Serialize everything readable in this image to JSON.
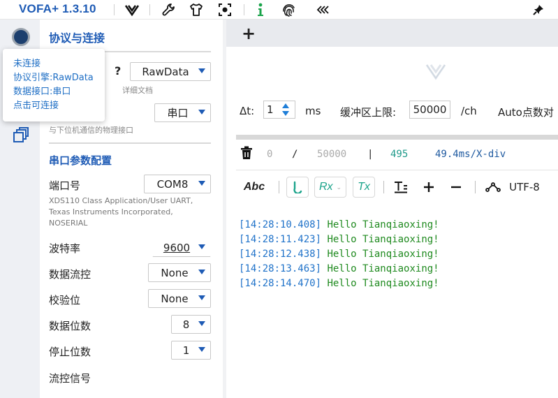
{
  "app": {
    "title": "VOFA+ 1.3.10"
  },
  "tooltip": {
    "lines": [
      "未连接",
      "协议引擎:RawData",
      "数据接口:串口",
      "点击可连接"
    ]
  },
  "panel": {
    "title": "协议与连接",
    "protocol": {
      "help": "?",
      "value": "RawData",
      "hint": "详细文档"
    },
    "interface": {
      "value": "串口",
      "hint": "与下位机通信的物理接口"
    },
    "serial_section_title": "串口参数配置",
    "port": {
      "label": "端口号",
      "value": "COM8",
      "hint_lines": [
        "XDS110 Class Application/User UART,",
        "Texas Instruments Incorporated,",
        "NOSERIAL"
      ]
    },
    "baud": {
      "label": "波特率",
      "value": "9600"
    },
    "flow_control": {
      "label": "数据流控",
      "value": "None"
    },
    "parity": {
      "label": "校验位",
      "value": "None"
    },
    "data_bits": {
      "label": "数据位数",
      "value": "8"
    },
    "stop_bits": {
      "label": "停止位数",
      "value": "1"
    },
    "flow_signal": {
      "label": "流控信号"
    }
  },
  "tabs": {
    "add": "+"
  },
  "controls": {
    "dt_label": "Δt:",
    "dt_value": "1",
    "dt_unit": "ms",
    "buffer_label": "缓冲区上限:",
    "buffer_value": "50000",
    "buffer_unit": "/ch",
    "auto_points": "Auto点数对"
  },
  "stats": {
    "current": "0",
    "slash": "/",
    "max": "50000",
    "sep": "|",
    "count": "495",
    "rate": "49.4ms/X-div"
  },
  "toolbar": {
    "abc": "Abc",
    "rx": "Rx",
    "tx": "Tx",
    "encoding": "UTF-8"
  },
  "log": [
    {
      "ts": "[14:28:10.408]",
      "msg": "Hello Tianqiaoxing!"
    },
    {
      "ts": "[14:28:11.423]",
      "msg": "Hello Tianqiaoxing!"
    },
    {
      "ts": "[14:28:12.438]",
      "msg": "Hello Tianqiaoxing!"
    },
    {
      "ts": "[14:28:13.463]",
      "msg": "Hello Tianqiaoxing!"
    },
    {
      "ts": "[14:28:14.470]",
      "msg": "Hello Tianqiaoxing!"
    }
  ],
  "colors": {
    "accent": "#1e5bb5",
    "timestamp": "#1f72c9",
    "message": "#1f8a1f",
    "rail": "#eef0f4"
  },
  "icons": [
    "vofa-logo-icon",
    "wrench-icon",
    "shirt-icon",
    "capture-icon",
    "info-icon",
    "fingerprint-icon",
    "double-chevron-left-icon",
    "pin-icon",
    "trash-icon",
    "copy-windows-icon",
    "timestamp-icon",
    "text-format-icon",
    "plus-icon",
    "minus-icon",
    "node-link-icon"
  ]
}
